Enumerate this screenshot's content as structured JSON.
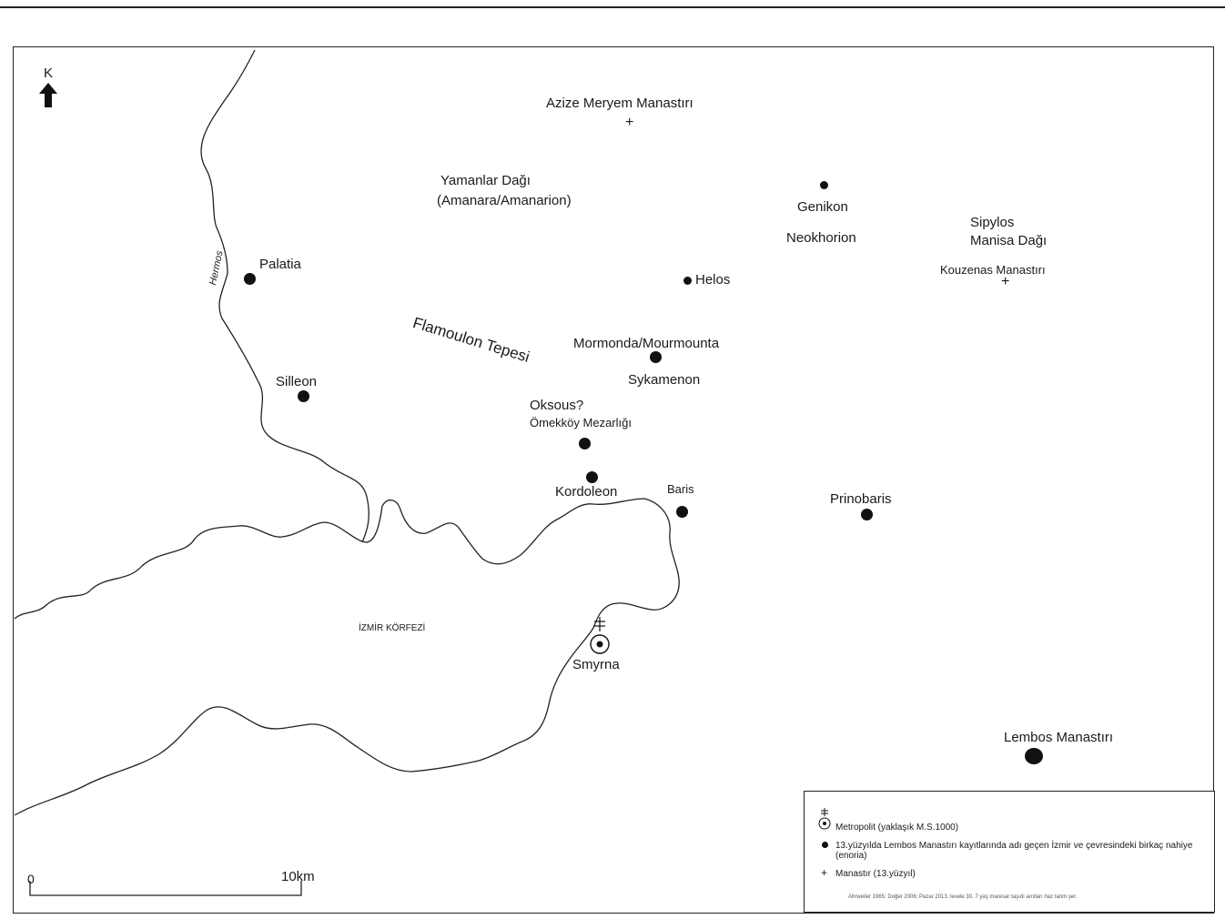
{
  "north": {
    "label": "K"
  },
  "water": {
    "gulf": "İZMİR KÖRFEZİ",
    "river": "Hermos"
  },
  "places": {
    "azize": "Azize Meryem Manastırı",
    "yamanlar": "Yamanlar Dağı",
    "amanara": "(Amanara/Amanarion)",
    "genikon": "Genikon",
    "neokhorion": "Neokhorion",
    "sipylos": "Sipylos",
    "manisa": "Manisa Dağı",
    "kouzenas": "Kouzenas Manastırı",
    "palatia": "Palatia",
    "helos": "Helos",
    "flamoulon": "Flamoulon Tepesi",
    "mormonda": "Mormonda/Mourmounta",
    "sykamenon": "Sykamenon",
    "silleon": "Silleon",
    "oksous": "Oksous?",
    "omekkoy": "Ömekköy Mezarlığı",
    "kordoleon": "Kordoleon",
    "baris": "Baris",
    "prinobaris": "Prinobaris",
    "smyrna": "Smyrna",
    "lembos": "Lembos Manastırı"
  },
  "scale": {
    "zero": "0",
    "ten": "10km"
  },
  "legend": {
    "metropolit": "Metropolit (yaklaşık M.S.1000)",
    "nahiye": "13.yüzyılda Lembos Manastırı kayıtlarında adı geçen İzmir ve çevresindeki birkaç nahiye (enoria)",
    "manastir": "Manastır (13.yüzyıl)",
    "source": "Ahrweiler 1965; Doğer 2006; Pazar 2013, levele 30, 7 yaş maresar taşıdı aırılları haz tanm şer."
  }
}
